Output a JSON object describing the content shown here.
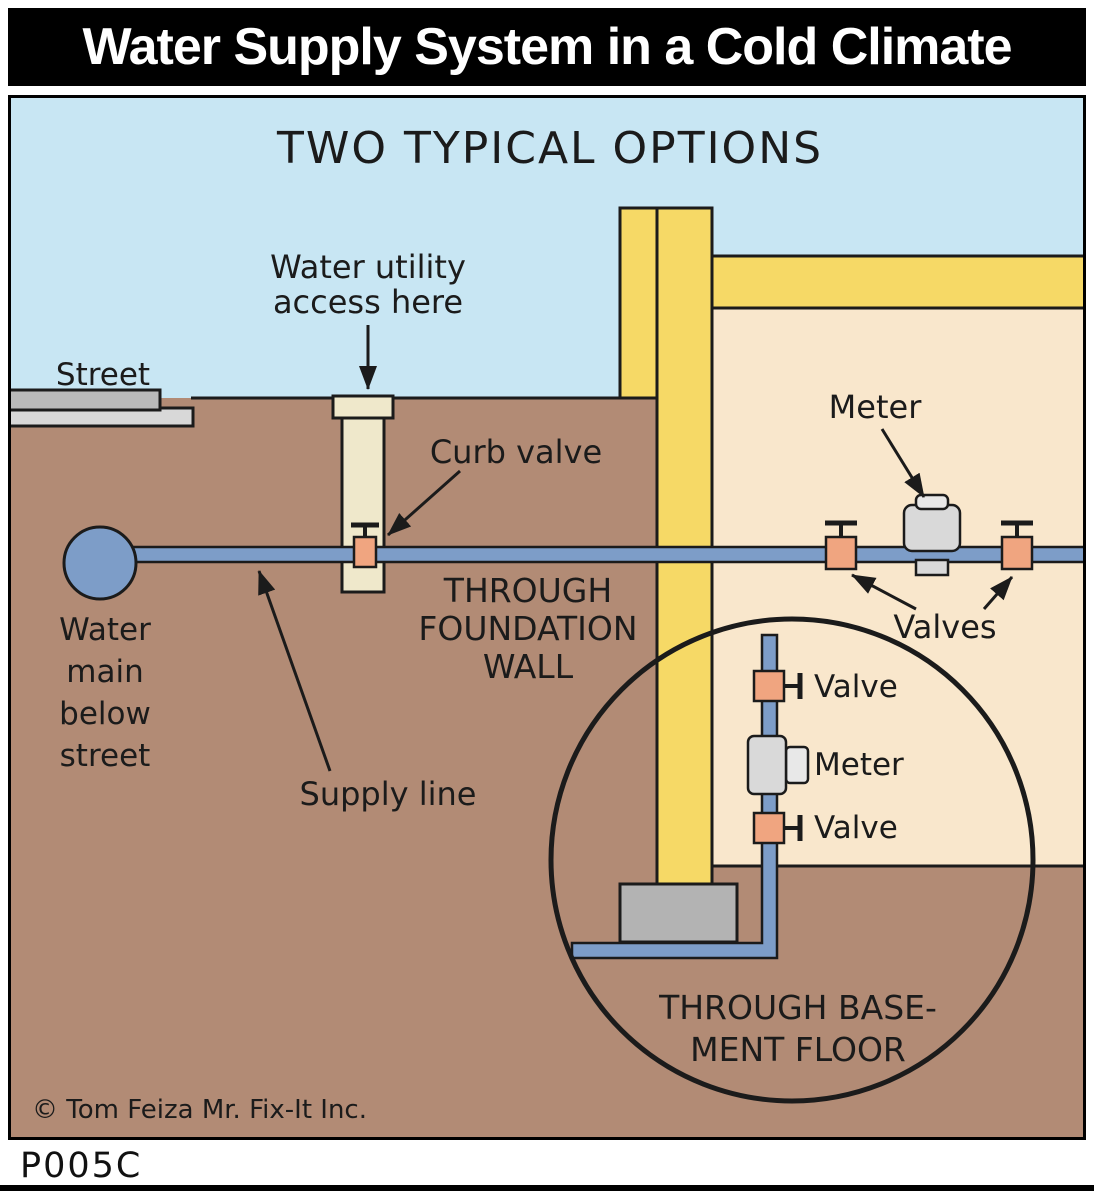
{
  "figure": {
    "title": "Water Supply System in a Cold Climate",
    "code": "P005C"
  },
  "diagram": {
    "heading": "TWO TYPICAL OPTIONS",
    "copyright": "© Tom Feiza Mr. Fix-It Inc.",
    "labels": {
      "street": "Street",
      "water_utility": [
        "Water utility",
        "access here"
      ],
      "curb_valve": "Curb valve",
      "water_main": [
        "Water",
        "main",
        "below",
        "street"
      ],
      "supply_line": "Supply line",
      "through_wall": [
        "THROUGH",
        "FOUNDATION",
        "WALL"
      ],
      "meter_wall": "Meter",
      "valves_wall": "Valves",
      "floor_valve_top": "Valve",
      "floor_meter": "Meter",
      "floor_valve_bottom": "Valve",
      "through_floor": [
        "THROUGH BASE-",
        "MENT FLOOR"
      ]
    },
    "colors": {
      "sky": "#c8e6f3",
      "earth": "#b28b75",
      "wall_yellow": "#f6d966",
      "interior_cream": "#f9e7cc",
      "pipe_blue": "#7d9dc8",
      "valve_orange": "#f0a580",
      "street_gray": "#b9b9b9",
      "curb_gray": "#d8d8d8",
      "access_box": "#efe8cb",
      "meter_gray": "#d9d9d9",
      "meter_light": "#e8e8e8",
      "slab_gray": "#b3b3b3"
    }
  }
}
